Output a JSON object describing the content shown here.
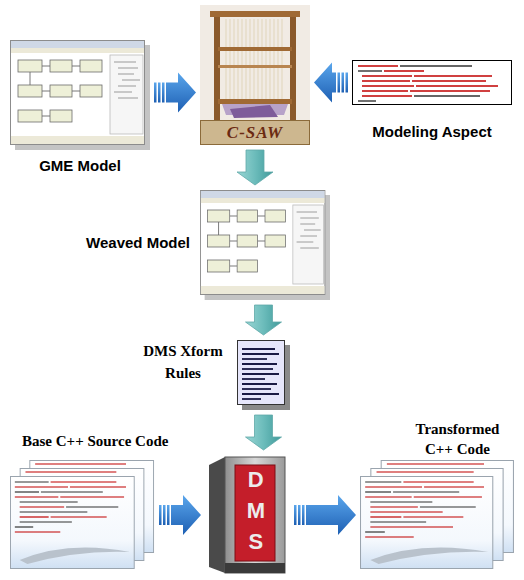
{
  "diagram": {
    "nodes": [
      {
        "text": [
          "GME Model"
        ]
      },
      {
        "text": [
          "C-SAW"
        ]
      },
      {
        "text": [
          "Modeling Aspect"
        ]
      },
      {
        "text": [
          "Weaved Model"
        ]
      },
      {
        "text": [
          "DMS Xform Rules"
        ]
      },
      {
        "text": [
          "Base C++ Source Code"
        ]
      },
      {
        "text": [
          "DMS"
        ]
      },
      {
        "text": [
          "Transformed C++ Code"
        ]
      }
    ],
    "edges": [
      {
        "from": 0,
        "to": 1,
        "arrow": "to"
      },
      {
        "from": 2,
        "to": 1,
        "arrow": "to"
      },
      {
        "from": 1,
        "to": 3,
        "arrow": "to"
      },
      {
        "from": 3,
        "to": 4,
        "arrow": "to"
      },
      {
        "from": 4,
        "to": 6,
        "arrow": "to"
      },
      {
        "from": 5,
        "to": 6,
        "arrow": "to"
      },
      {
        "from": 6,
        "to": 7,
        "arrow": "to"
      }
    ]
  }
}
